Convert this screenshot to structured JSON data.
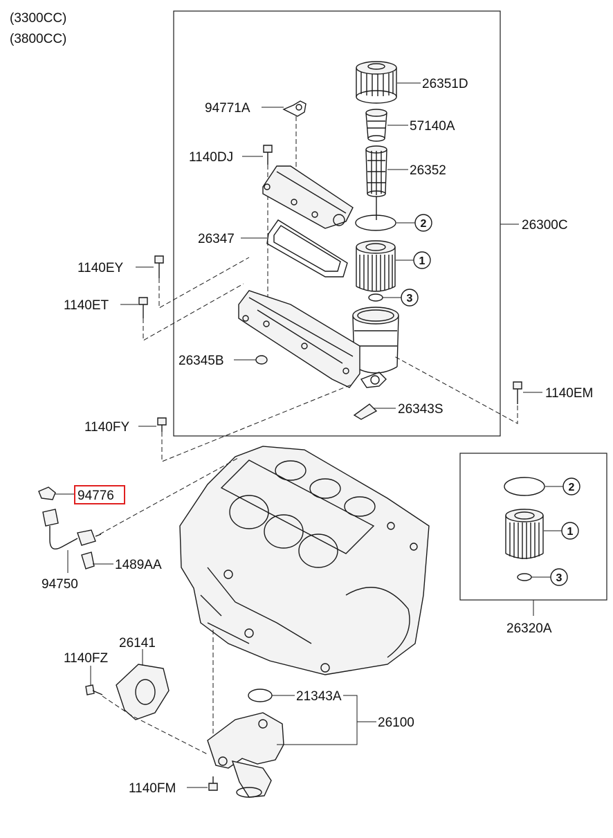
{
  "engine_variants": [
    "(3300CC)",
    "(3800CC)"
  ],
  "parts": {
    "p26351D": "26351D",
    "p57140A": "57140A",
    "p26352": "26352",
    "p94771A": "94771A",
    "p1140DJ": "1140DJ",
    "p26347": "26347",
    "p1140EY": "1140EY",
    "p1140ET": "1140ET",
    "p26345B": "26345B",
    "p26300C": "26300C",
    "p1140EM": "1140EM",
    "p26343S": "26343S",
    "p1140FY": "1140FY",
    "p94776": "94776",
    "p94750": "94750",
    "p1489AA": "1489AA",
    "p26320A": "26320A",
    "p26141": "26141",
    "p1140FZ": "1140FZ",
    "p21343A": "21343A",
    "p26100": "26100",
    "p1140FM": "1140FM"
  },
  "callouts": {
    "c1": "1",
    "c2": "2",
    "c3": "3"
  },
  "highlight_color": "#e02020"
}
